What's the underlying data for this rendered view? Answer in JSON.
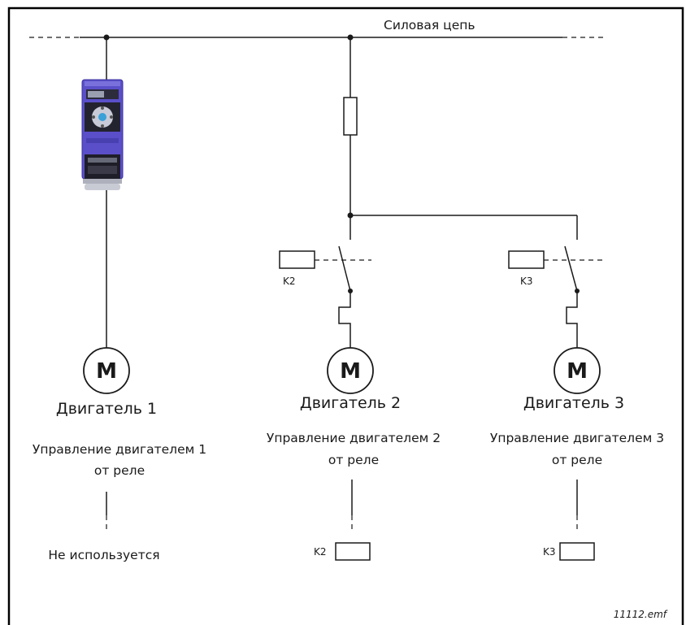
{
  "power_line_label": "Силовая цепь",
  "motors": [
    {
      "symbol": "M",
      "name": "Двигатель 1",
      "control_line1": "Управление двигателем 1",
      "control_line2": "от реле",
      "note": "Не используется"
    },
    {
      "symbol": "M",
      "name": "Двигатель 2",
      "control_line1": "Управление двигателем 2",
      "control_line2": "от реле",
      "contactor": "K2",
      "relay_label": "K2"
    },
    {
      "symbol": "M",
      "name": "Двигатель 3",
      "control_line1": "Управление двигателем 3",
      "control_line2": "от реле",
      "contactor": "K3",
      "relay_label": "K3"
    }
  ],
  "file_ref": "11112.emf",
  "colors": {
    "drive_body": "#5a4fc8",
    "drive_dark": "#2a2a3a",
    "line": "#1a1a1a",
    "frame": "#000000"
  }
}
